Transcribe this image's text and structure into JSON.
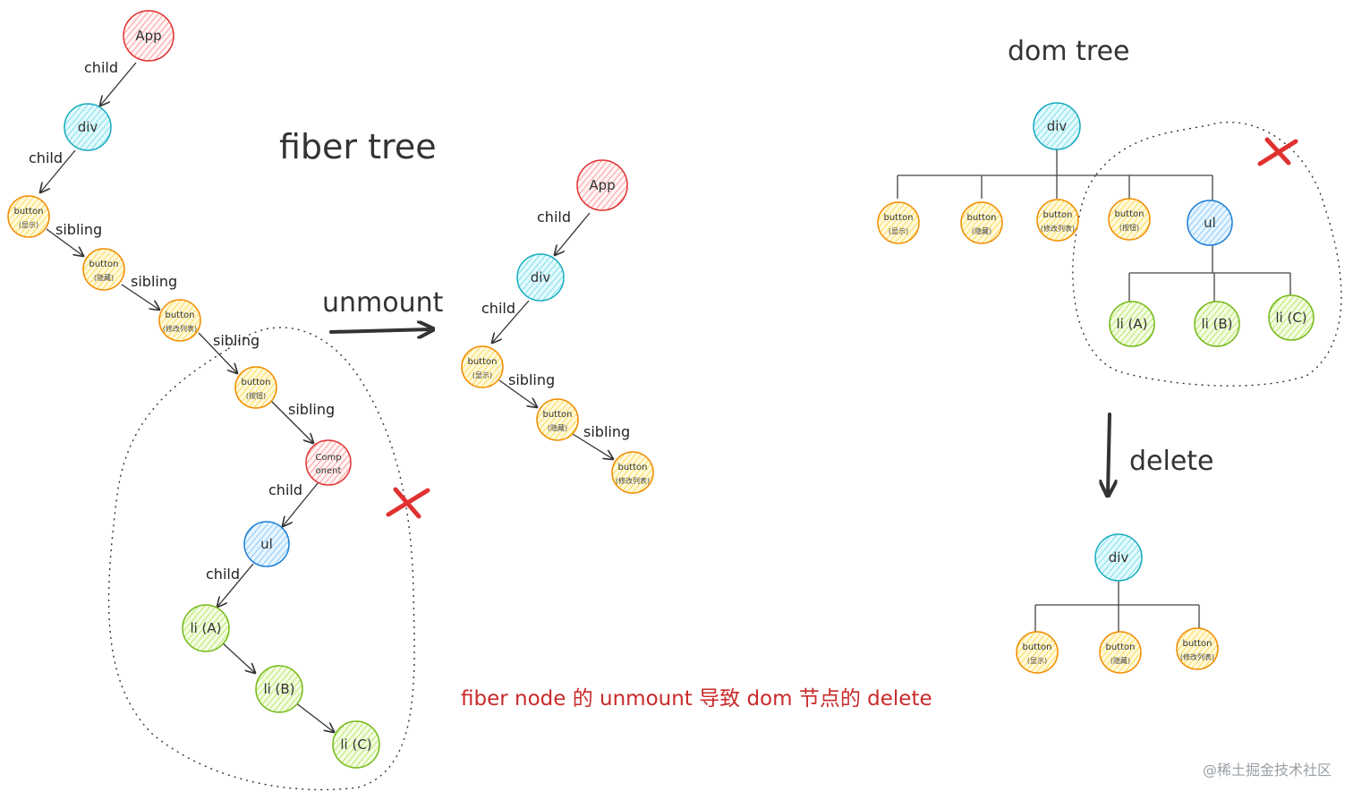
{
  "titles": {
    "fiber_tree": "fiber tree",
    "dom_tree": "dom tree",
    "unmount": "unmount",
    "delete": "delete",
    "caption": "fiber node 的 unmount 导致 dom 节点的 delete",
    "watermark": "@稀土掘金技术社区"
  },
  "colors": {
    "red": "#e03131",
    "blue": "#1c7ed6",
    "cyan": "#15aabf",
    "orange": "#f08c00",
    "green": "#5c940d",
    "caption": "#c92a2a"
  },
  "edge_labels": {
    "child": "child",
    "sibling": "sibling"
  },
  "nodes": {
    "app": "App",
    "div": "div",
    "ul": "ul",
    "button": "button",
    "show": "(显示)",
    "hide": "(隐藏)",
    "edit": "(修改列表)",
    "btn": "(按钮)",
    "comp_1": "Comp",
    "comp_2": "onent",
    "li_a": "li (A)",
    "li_b": "li (B)",
    "li_c": "li (C)"
  }
}
